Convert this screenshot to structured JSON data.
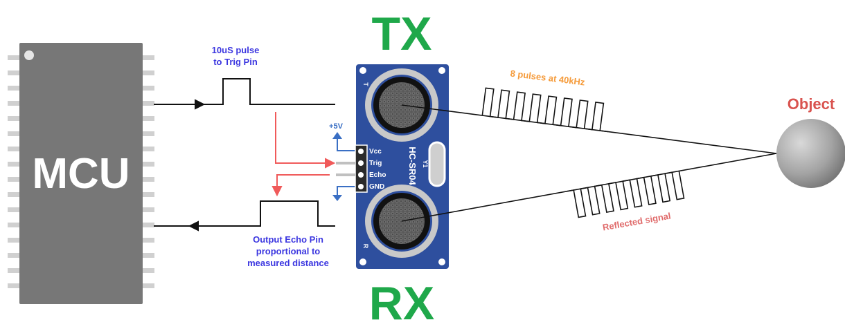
{
  "mcu": {
    "label": "MCU"
  },
  "trigger": {
    "label_line1": "10uS pulse",
    "label_line2": "to Trig Pin"
  },
  "echo": {
    "label_line1": "Output Echo Pin",
    "label_line2": "proportional to",
    "label_line3": "measured distance"
  },
  "power": {
    "vcc_label": "+5V"
  },
  "sensor": {
    "model": "HC-SR04",
    "tx_label": "TX",
    "rx_label": "RX",
    "pins": [
      "Vcc",
      "Trig",
      "Echo",
      "GND"
    ],
    "t_mark": "T",
    "r_mark": "R",
    "crystal_mark": "Y1"
  },
  "signals": {
    "tx_label": "8 pulses at 40kHz",
    "rx_label": "Reflected signal"
  },
  "object": {
    "label": "Object"
  },
  "colors": {
    "green": "#1fa84a",
    "board_blue": "#2e4f9e",
    "annotation_blue": "#3b36e0",
    "arrow_red": "#f05a5a",
    "orange": "#f59b3b",
    "object_red": "#d9534f",
    "power_blue": "#3a6fc4",
    "mcu_body": "#777777"
  }
}
